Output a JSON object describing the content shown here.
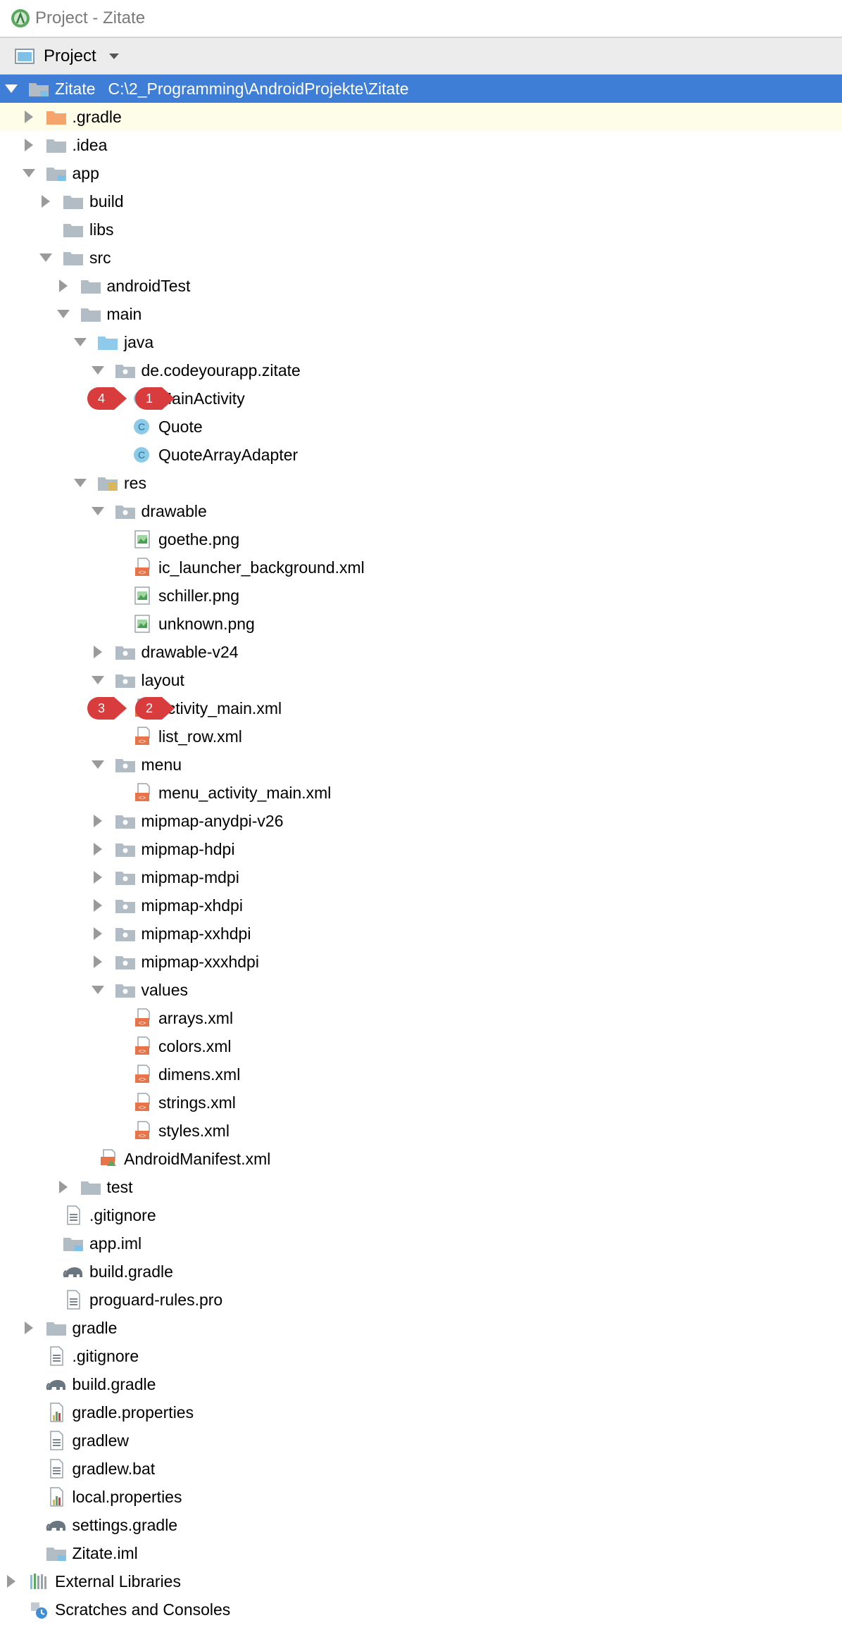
{
  "window": {
    "title": "Project - Zitate"
  },
  "toolbar": {
    "view_label": "Project"
  },
  "colors": {
    "selection": "#3f7ed6",
    "folder": "#b2bcc5",
    "source_folder": "#8ecbeb",
    "gradle_folder": "#f5a46b",
    "callout": "#d83c3c",
    "xml": "#e8744a"
  },
  "tree": [
    {
      "label": "Zitate",
      "path": "C:\\2_Programming\\AndroidProjekte\\Zitate",
      "depth": 0,
      "arrow": "expanded",
      "icon": "module-folder-icon",
      "state": "selected"
    },
    {
      "label": ".gradle",
      "depth": 1,
      "arrow": "collapsed",
      "icon": "folder-orange-icon",
      "state": "highlight"
    },
    {
      "label": ".idea",
      "depth": 1,
      "arrow": "collapsed",
      "icon": "folder-icon"
    },
    {
      "label": "app",
      "depth": 1,
      "arrow": "expanded",
      "icon": "module-folder-icon"
    },
    {
      "label": "build",
      "depth": 2,
      "arrow": "collapsed",
      "icon": "folder-icon"
    },
    {
      "label": "libs",
      "depth": 2,
      "arrow": "none",
      "icon": "folder-icon"
    },
    {
      "label": "src",
      "depth": 2,
      "arrow": "expanded",
      "icon": "folder-icon"
    },
    {
      "label": "androidTest",
      "depth": 3,
      "arrow": "collapsed",
      "icon": "folder-icon"
    },
    {
      "label": "main",
      "depth": 3,
      "arrow": "expanded",
      "icon": "folder-icon"
    },
    {
      "label": "java",
      "depth": 4,
      "arrow": "expanded",
      "icon": "source-folder-icon"
    },
    {
      "label": "de.codeyourapp.zitate",
      "depth": 5,
      "arrow": "expanded",
      "icon": "package-icon"
    },
    {
      "label": "MainActivity",
      "depth": 6,
      "arrow": "none",
      "icon": "class-icon"
    },
    {
      "label": "Quote",
      "depth": 6,
      "arrow": "none",
      "icon": "class-icon"
    },
    {
      "label": "QuoteArrayAdapter",
      "depth": 6,
      "arrow": "none",
      "icon": "class-icon"
    },
    {
      "label": "res",
      "depth": 4,
      "arrow": "expanded",
      "icon": "resources-folder-icon"
    },
    {
      "label": "drawable",
      "depth": 5,
      "arrow": "expanded",
      "icon": "package-icon"
    },
    {
      "label": "goethe.png",
      "depth": 6,
      "arrow": "none",
      "icon": "image-file-icon"
    },
    {
      "label": "ic_launcher_background.xml",
      "depth": 6,
      "arrow": "none",
      "icon": "xml-file-icon"
    },
    {
      "label": "schiller.png",
      "depth": 6,
      "arrow": "none",
      "icon": "image-file-icon"
    },
    {
      "label": "unknown.png",
      "depth": 6,
      "arrow": "none",
      "icon": "image-file-icon"
    },
    {
      "label": "drawable-v24",
      "depth": 5,
      "arrow": "collapsed",
      "icon": "package-icon"
    },
    {
      "label": "layout",
      "depth": 5,
      "arrow": "expanded",
      "icon": "package-icon"
    },
    {
      "label": "activity_main.xml",
      "depth": 6,
      "arrow": "none",
      "icon": "xml-file-icon"
    },
    {
      "label": "list_row.xml",
      "depth": 6,
      "arrow": "none",
      "icon": "xml-file-icon"
    },
    {
      "label": "menu",
      "depth": 5,
      "arrow": "expanded",
      "icon": "package-icon"
    },
    {
      "label": "menu_activity_main.xml",
      "depth": 6,
      "arrow": "none",
      "icon": "xml-file-icon"
    },
    {
      "label": "mipmap-anydpi-v26",
      "depth": 5,
      "arrow": "collapsed",
      "icon": "package-icon"
    },
    {
      "label": "mipmap-hdpi",
      "depth": 5,
      "arrow": "collapsed",
      "icon": "package-icon"
    },
    {
      "label": "mipmap-mdpi",
      "depth": 5,
      "arrow": "collapsed",
      "icon": "package-icon"
    },
    {
      "label": "mipmap-xhdpi",
      "depth": 5,
      "arrow": "collapsed",
      "icon": "package-icon"
    },
    {
      "label": "mipmap-xxhdpi",
      "depth": 5,
      "arrow": "collapsed",
      "icon": "package-icon"
    },
    {
      "label": "mipmap-xxxhdpi",
      "depth": 5,
      "arrow": "collapsed",
      "icon": "package-icon"
    },
    {
      "label": "values",
      "depth": 5,
      "arrow": "expanded",
      "icon": "package-icon"
    },
    {
      "label": "arrays.xml",
      "depth": 6,
      "arrow": "none",
      "icon": "xml-file-icon"
    },
    {
      "label": "colors.xml",
      "depth": 6,
      "arrow": "none",
      "icon": "xml-file-icon"
    },
    {
      "label": "dimens.xml",
      "depth": 6,
      "arrow": "none",
      "icon": "xml-file-icon"
    },
    {
      "label": "strings.xml",
      "depth": 6,
      "arrow": "none",
      "icon": "xml-file-icon"
    },
    {
      "label": "styles.xml",
      "depth": 6,
      "arrow": "none",
      "icon": "xml-file-icon"
    },
    {
      "label": "AndroidManifest.xml",
      "depth": 4,
      "arrow": "none",
      "icon": "manifest-file-icon"
    },
    {
      "label": "test",
      "depth": 3,
      "arrow": "collapsed",
      "icon": "folder-icon"
    },
    {
      "label": ".gitignore",
      "depth": 2,
      "arrow": "none",
      "icon": "text-file-icon"
    },
    {
      "label": "app.iml",
      "depth": 2,
      "arrow": "none",
      "icon": "module-folder-icon"
    },
    {
      "label": "build.gradle",
      "depth": 2,
      "arrow": "none",
      "icon": "gradle-elephant-icon"
    },
    {
      "label": "proguard-rules.pro",
      "depth": 2,
      "arrow": "none",
      "icon": "text-file-icon"
    },
    {
      "label": "gradle",
      "depth": 1,
      "arrow": "collapsed",
      "icon": "folder-icon"
    },
    {
      "label": ".gitignore",
      "depth": 1,
      "arrow": "none",
      "icon": "text-file-icon"
    },
    {
      "label": "build.gradle",
      "depth": 1,
      "arrow": "none",
      "icon": "gradle-elephant-icon"
    },
    {
      "label": "gradle.properties",
      "depth": 1,
      "arrow": "none",
      "icon": "properties-file-icon"
    },
    {
      "label": "gradlew",
      "depth": 1,
      "arrow": "none",
      "icon": "text-file-icon"
    },
    {
      "label": "gradlew.bat",
      "depth": 1,
      "arrow": "none",
      "icon": "text-file-icon"
    },
    {
      "label": "local.properties",
      "depth": 1,
      "arrow": "none",
      "icon": "properties-file-icon"
    },
    {
      "label": "settings.gradle",
      "depth": 1,
      "arrow": "none",
      "icon": "gradle-elephant-icon"
    },
    {
      "label": "Zitate.iml",
      "depth": 1,
      "arrow": "none",
      "icon": "module-folder-icon"
    },
    {
      "label": "External Libraries",
      "depth": 0,
      "arrow": "collapsed",
      "icon": "libraries-icon"
    },
    {
      "label": "Scratches and Consoles",
      "depth": 0,
      "arrow": "none",
      "icon": "scratches-icon"
    }
  ],
  "callouts": [
    {
      "number": "4",
      "row": 11,
      "slot": "outer"
    },
    {
      "number": "1",
      "row": 11,
      "slot": "inner"
    },
    {
      "number": "3",
      "row": 22,
      "slot": "outer"
    },
    {
      "number": "2",
      "row": 22,
      "slot": "inner"
    }
  ]
}
